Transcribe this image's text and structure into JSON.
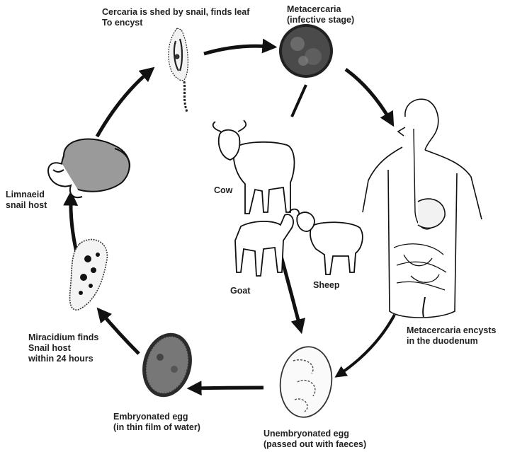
{
  "stages": {
    "cercaria": {
      "line1": "Cercaria is shed by snail, finds leaf",
      "line2": "To encyst"
    },
    "metacercaria": {
      "line1": "Metacercaria",
      "line2": "(infective stage)"
    },
    "snail": {
      "line1": "Limnaeid",
      "line2": "snail host"
    },
    "miracidium": {
      "line1": "Miracidium finds",
      "line2": "Snail host",
      "line3": "within 24 hours"
    },
    "embryonated_egg": {
      "line1": "Embryonated egg",
      "line2": "(in thin film of water)"
    },
    "unembryonated_egg": {
      "line1": "Unembryonated egg",
      "line2": "(passed out with faeces)"
    },
    "duodenum": {
      "line1": "Metacercaria  encysts",
      "line2": "in the duodenum"
    }
  },
  "hosts": {
    "cow": "Cow",
    "goat": "Goat",
    "sheep": "Sheep"
  },
  "colors": {
    "ink": "#111111",
    "snail_shell": "#9a9a9a",
    "cyst": "#3a3a3a"
  }
}
